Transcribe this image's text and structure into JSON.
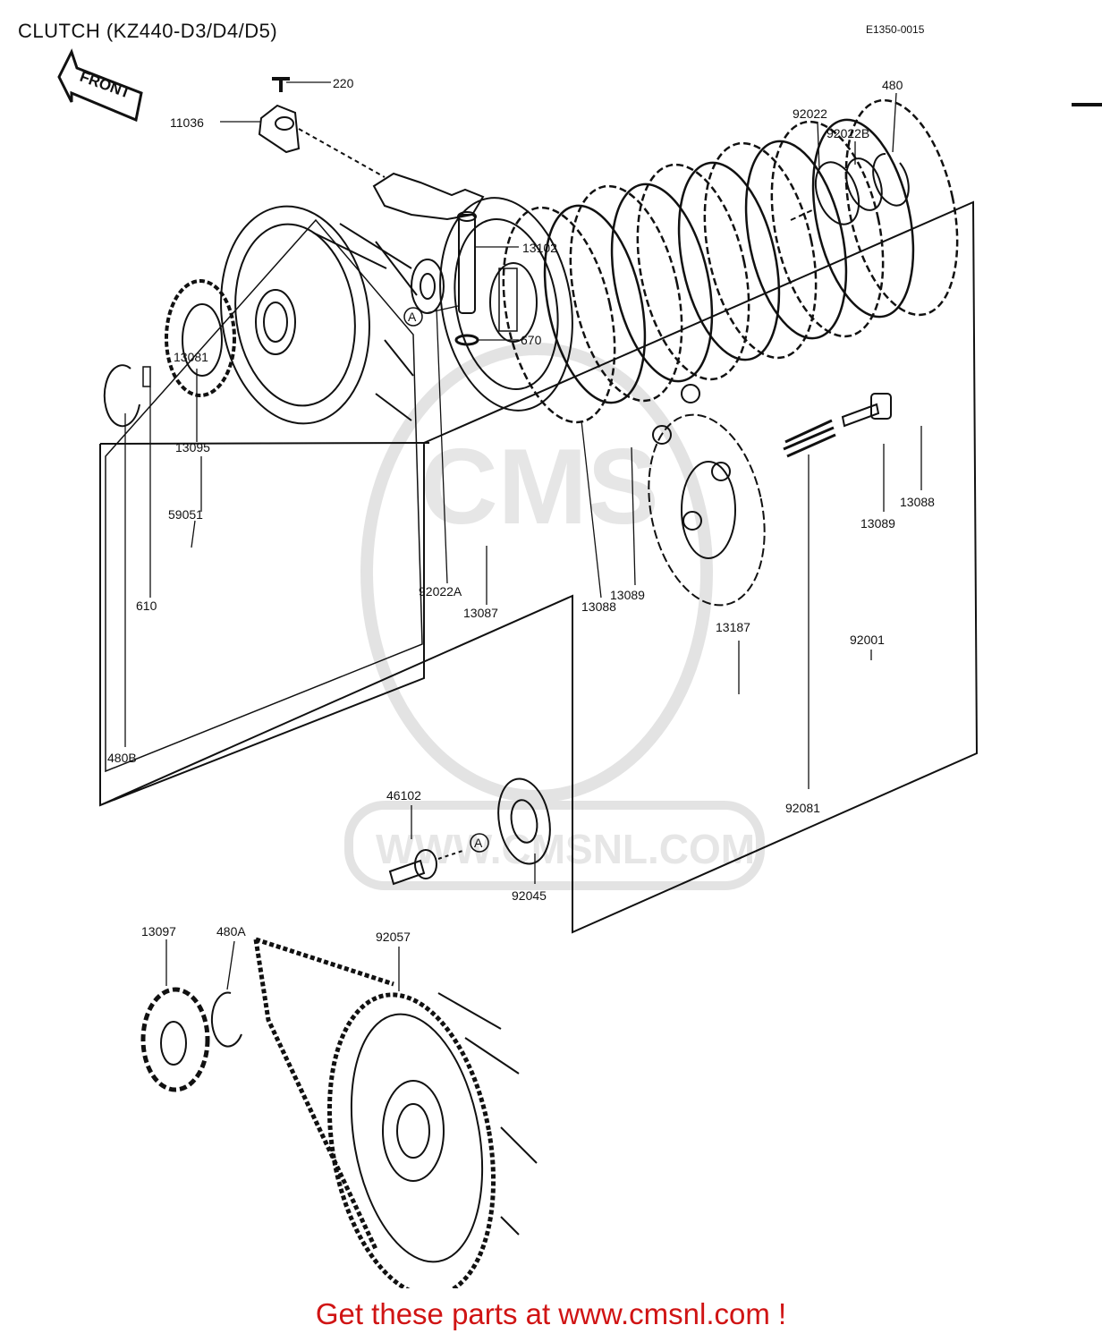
{
  "header": {
    "title": "CLUTCH (KZ440-D3/D4/D5)",
    "code": "E1350-0015"
  },
  "front_arrow": {
    "text": "FRONT"
  },
  "watermark": {
    "logo": "CMS",
    "url": "WWW.CMSNL.COM"
  },
  "parts": [
    {
      "id": "11036"
    },
    {
      "id": "220"
    },
    {
      "id": "13102"
    },
    {
      "id": "670"
    },
    {
      "id": "480"
    },
    {
      "id": "92022"
    },
    {
      "id": "92022B"
    },
    {
      "id": "13081"
    },
    {
      "id": "13095"
    },
    {
      "id": "59051"
    },
    {
      "id": "610"
    },
    {
      "id": "480B"
    },
    {
      "id": "92022A"
    },
    {
      "id": "13087"
    },
    {
      "id": "13088"
    },
    {
      "id": "13089"
    },
    {
      "id": "13187"
    },
    {
      "id": "92001"
    },
    {
      "id": "92081"
    },
    {
      "id": "46102"
    },
    {
      "id": "92045"
    },
    {
      "id": "13097"
    },
    {
      "id": "480A"
    },
    {
      "id": "92057"
    }
  ],
  "callouts": {
    "a1": "A",
    "a2": "A"
  },
  "footer": {
    "cta": "Get these parts at www.cmsnl.com !"
  }
}
